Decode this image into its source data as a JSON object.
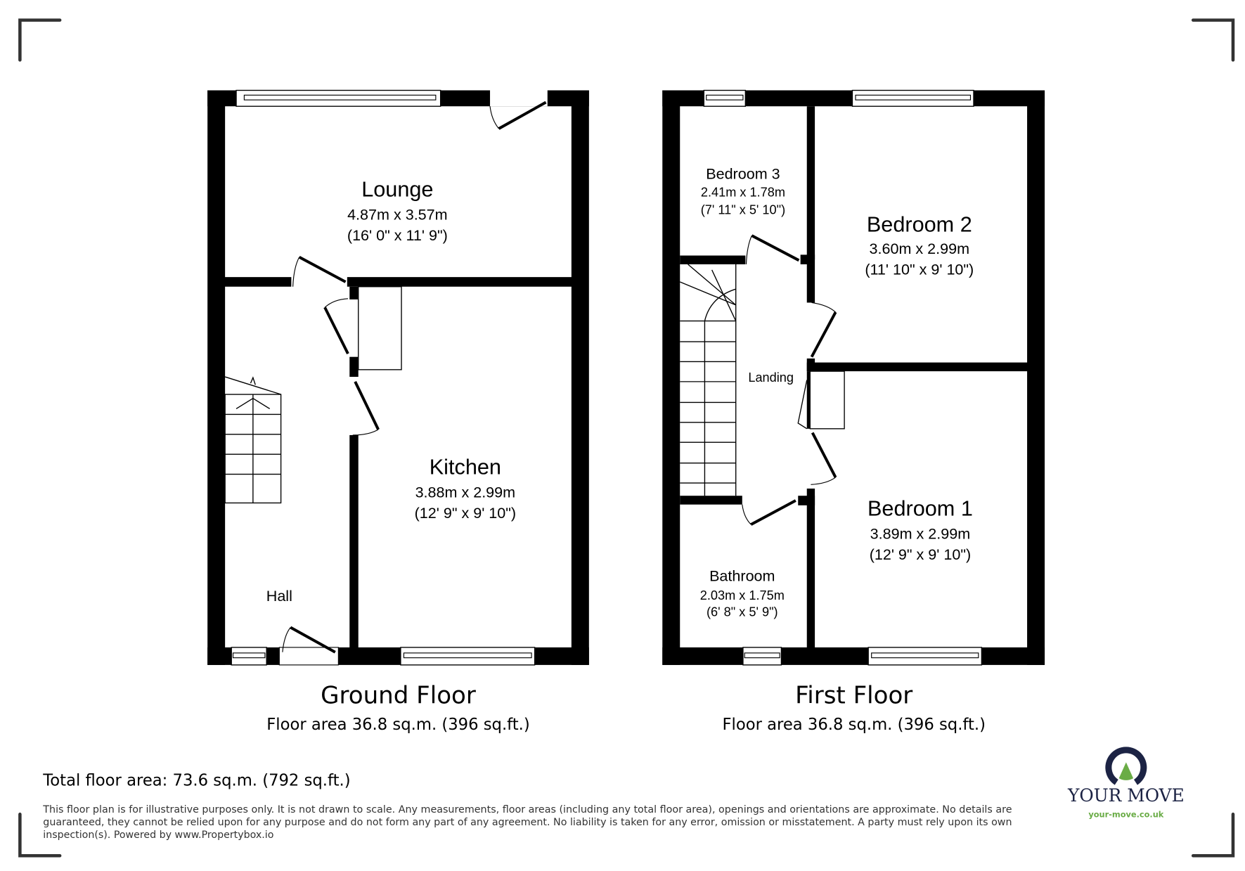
{
  "ground_floor": {
    "title": "Ground Floor",
    "area": "Floor area 36.8 sq.m. (396 sq.ft.)",
    "rooms": [
      {
        "name": "Lounge",
        "metric": "4.87m x 3.57m",
        "imperial": "(16' 0\" x 11' 9\")"
      },
      {
        "name": "Kitchen",
        "metric": "3.88m x 2.99m",
        "imperial": "(12' 9\" x 9' 10\")"
      },
      {
        "name": "Hall",
        "metric": "",
        "imperial": ""
      }
    ]
  },
  "first_floor": {
    "title": "First Floor",
    "area": "Floor area 36.8 sq.m. (396 sq.ft.)",
    "rooms": [
      {
        "name": "Bedroom 3",
        "metric": "2.41m x 1.78m",
        "imperial": "(7' 11\" x 5' 10\")"
      },
      {
        "name": "Bedroom 2",
        "metric": "3.60m x 2.99m",
        "imperial": "(11' 10\" x 9' 10\")"
      },
      {
        "name": "Landing",
        "metric": "",
        "imperial": ""
      },
      {
        "name": "Bedroom 1",
        "metric": "3.89m x 2.99m",
        "imperial": "(12' 9\" x 9' 10\")"
      },
      {
        "name": "Bathroom",
        "metric": "2.03m x 1.75m",
        "imperial": "(6' 8\" x 5' 9\")"
      }
    ]
  },
  "total_area": "Total floor area: 73.6 sq.m. (792 sq.ft.)",
  "disclaimer": [
    "This floor plan is for illustrative purposes only. It is not drawn to scale. Any measurements, floor areas (including any total floor area), openings and orientations are approximate. No details are",
    "guaranteed, they cannot be relied upon for any purpose and do not form any part of any agreement. No liability is taken for any error, omission or misstatement. A party must rely upon its own",
    "inspection(s). Powered by www.Propertybox.io"
  ],
  "brand": {
    "name": "YOUR MOVE",
    "url": "your-move.co.uk",
    "icon": "location-pin-icon",
    "colors": {
      "navy": "#1c2344",
      "green": "#6aac46"
    }
  }
}
